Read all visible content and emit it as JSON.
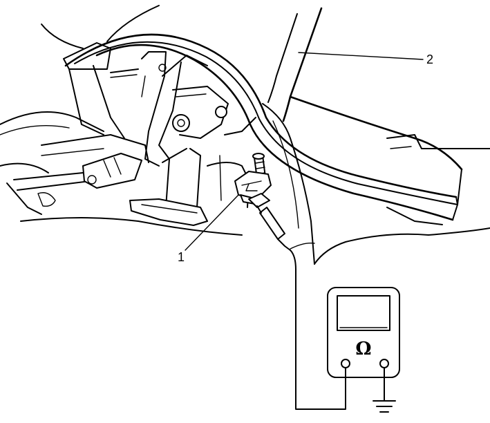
{
  "callouts": [
    {
      "id": "1",
      "text": "1"
    },
    {
      "id": "2",
      "text": "2"
    }
  ],
  "meter": {
    "symbol": "Ω",
    "icon": "ohmmeter-icon"
  },
  "ground": {
    "icon": "ground-symbol-icon"
  }
}
